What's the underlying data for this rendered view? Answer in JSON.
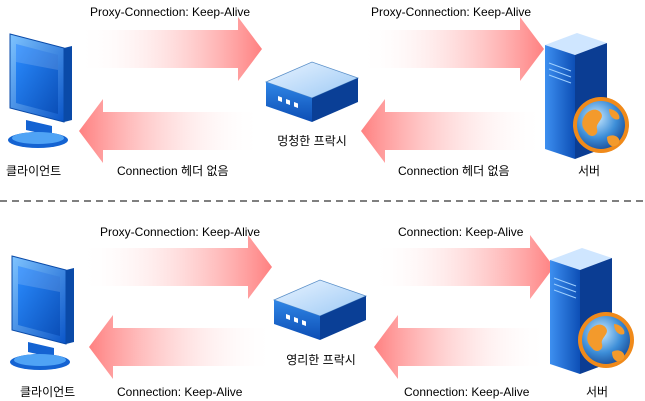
{
  "top": {
    "arrow_left_request": "Proxy-Connection: Keep-Alive",
    "arrow_right_request": "Proxy-Connection: Keep-Alive",
    "arrow_left_response": "Connection 헤더 없음",
    "arrow_right_response": "Connection 헤더 없음",
    "client_label": "클라이언트",
    "proxy_label": "멍청한 프락시",
    "server_label": "서버"
  },
  "bottom": {
    "arrow_left_request": "Proxy-Connection: Keep-Alive",
    "arrow_right_request": "Connection: Keep-Alive",
    "arrow_left_response": "Connection: Keep-Alive",
    "arrow_right_response": "Connection: Keep-Alive",
    "client_label": "클라이언트",
    "proxy_label": "영리한 프락시",
    "server_label": "서버"
  },
  "colors": {
    "arrow_fill": "#ff8a8a",
    "monitor_blue": "#1e6fe0",
    "divider": "#555555"
  },
  "icons": [
    "monitor-icon",
    "proxy-box-icon",
    "server-globe-icon"
  ]
}
